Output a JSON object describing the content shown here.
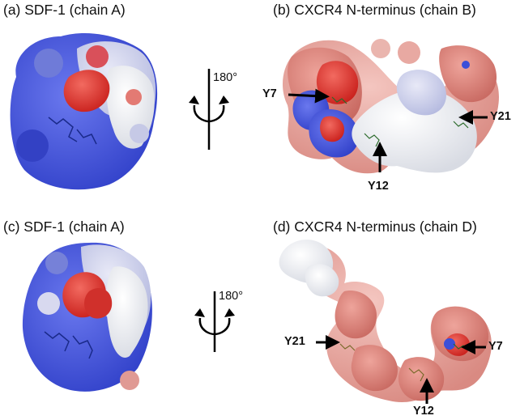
{
  "panels": {
    "a": {
      "title": "(a) SDF-1 (chain A)"
    },
    "b": {
      "title": "(b) CXCR4 N-terminus (chain B)"
    },
    "c": {
      "title": "(c) SDF-1 (chain A)"
    },
    "d": {
      "title": "(d) CXCR4 N-terminus (chain D)"
    }
  },
  "rotation": {
    "top_label": "180°",
    "bottom_label": "180°"
  },
  "residues_b": {
    "y7": "Y7",
    "y12": "Y12",
    "y21": "Y21"
  },
  "residues_d": {
    "y7": "Y7",
    "y12": "Y12",
    "y21": "Y21"
  },
  "colors": {
    "positive": "#3c4fd8",
    "negative": "#e0362f",
    "neutral": "#f2f2f2",
    "light_red": "#e9a09a"
  }
}
